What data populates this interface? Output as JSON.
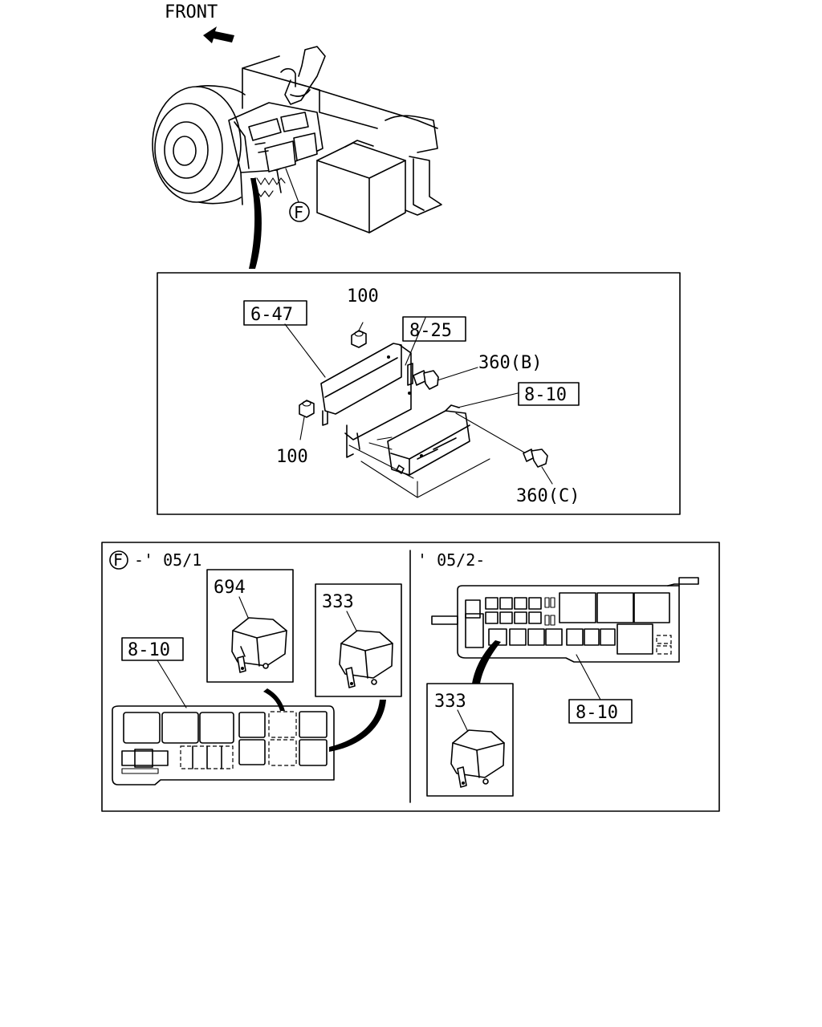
{
  "direction_label": "FRONT",
  "view_marker": "F",
  "mounting_detail": {
    "bracket_ref": "6-47",
    "connector_ref": "8-25",
    "fuse_box_ref": "8-10",
    "nut_upper": "100",
    "nut_lower": "100",
    "bolt_b": "360(B)",
    "bolt_c": "360(C)"
  },
  "relay_detail": {
    "early": {
      "period": "-' 05/1",
      "relay_a": "694",
      "relay_b": "333",
      "fuse_box_ref": "8-10"
    },
    "late": {
      "period": "' 05/2-",
      "relay": "333",
      "fuse_box_ref": "8-10"
    }
  }
}
